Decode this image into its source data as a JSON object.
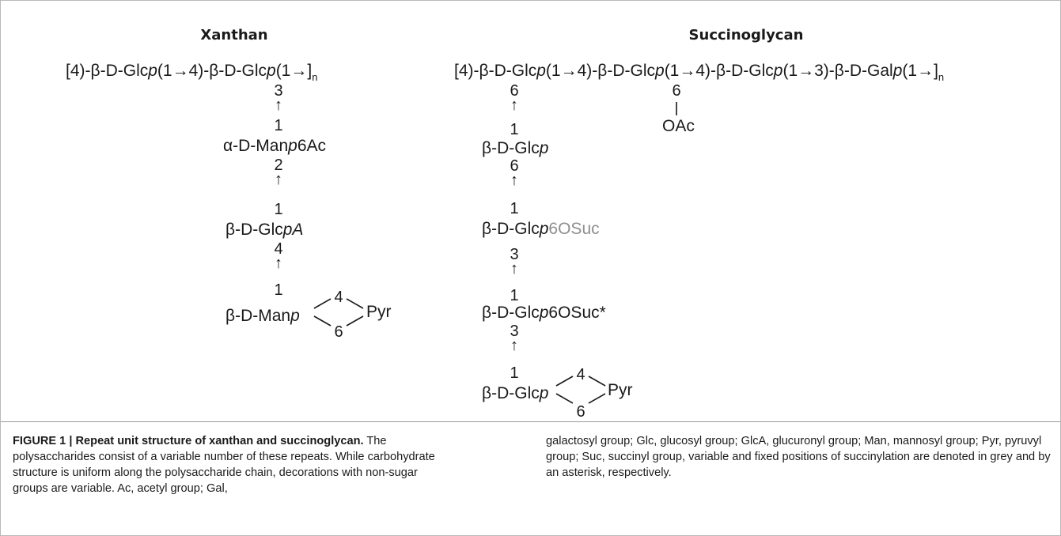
{
  "xanthan": {
    "title": "Xanthan",
    "backbone": {
      "pre": "[4)-β-D-Glc",
      "p1": "p",
      "mid": "(1→4)-β-D-Glc",
      "p2": "p",
      "post": "(1→]",
      "subscript": "n"
    },
    "link1": {
      "top": "3",
      "arrow": "↑",
      "bottom": "1"
    },
    "residue1": {
      "pre": "α-D-Man",
      "italic": "p",
      "post": "6Ac"
    },
    "link2": {
      "top": "2",
      "arrow": "↑",
      "bottom": "1"
    },
    "residue2": {
      "pre": "β-D-Glc",
      "italic": "pA",
      "post": ""
    },
    "link3": {
      "top": "4",
      "arrow": "↑",
      "bottom": "1"
    },
    "residue3": {
      "pre": "β-D-Man",
      "italic": "p",
      "post": ""
    },
    "pyruvate": {
      "top": "4",
      "bottom": "6",
      "label": "Pyr"
    }
  },
  "succinoglycan": {
    "title": "Succinoglycan",
    "backbone": {
      "s1": "[4)-β-D-Glc",
      "p1": "p",
      "s2": "(1→4)-β-D-Glc",
      "p2": "p",
      "s3": "(1→4)-β-D-Glc",
      "p3": "p",
      "s4": "(1→3)-β-D-Gal",
      "p4": "p",
      "s5": "(1→]",
      "subscript": "n"
    },
    "acetyl": {
      "position": "6",
      "label": "OAc"
    },
    "link1": {
      "top": "6",
      "arrow": "↑",
      "bottom": "1"
    },
    "residue1": {
      "pre": "β-D-Glc",
      "italic": "p",
      "post": ""
    },
    "link2": {
      "top": "6",
      "arrow": "↑",
      "bottom": "1"
    },
    "residue2": {
      "pre": "β-D-Glc",
      "italic": "p",
      "post": "6OSuc"
    },
    "link3": {
      "top": "3",
      "arrow": "↑",
      "bottom": "1"
    },
    "residue3": {
      "pre": "β-D-Glc",
      "italic": "p",
      "post": "6OSuc*"
    },
    "link4": {
      "top": "3",
      "arrow": "↑",
      "bottom": "1"
    },
    "residue4": {
      "pre": "β-D-Glc",
      "italic": "p",
      "post": ""
    },
    "pyruvate": {
      "top": "4",
      "bottom": "6",
      "label": "Pyr"
    }
  },
  "colors": {
    "variable_group": "#8f8f8f",
    "text": "#1a1a1a"
  },
  "caption": {
    "label": "FIGURE 1 | Repeat unit structure of xanthan and succinoglycan.",
    "text_left": " The polysaccharides consist of a variable number of these repeats. While carbohydrate structure is uniform along the polysaccharide chain, decorations with non-sugar groups are variable. Ac, acetyl group; Gal,",
    "text_right": "galactosyl group; Glc, glucosyl group; GlcA, glucuronyl group; Man, mannosyl group; Pyr, pyruvyl group; Suc, succinyl group, variable and fixed positions of succinylation are denoted in grey and by an asterisk, respectively."
  }
}
